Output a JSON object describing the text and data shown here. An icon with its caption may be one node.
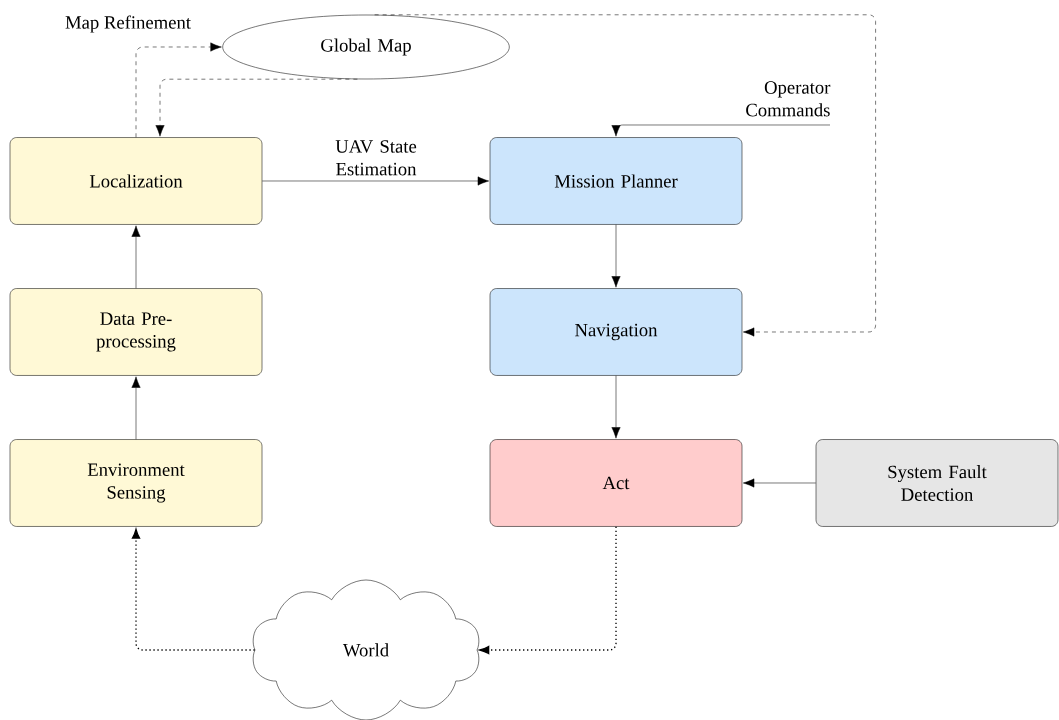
{
  "diagram": {
    "nodes": [
      {
        "text": [
          "Localization"
        ]
      },
      {
        "text": [
          "Data Pre-processing"
        ]
      },
      {
        "text": [
          "Environment Sensing"
        ]
      },
      {
        "text": [
          "Mission Planner"
        ]
      },
      {
        "text": [
          "Navigation"
        ]
      },
      {
        "text": [
          "Act"
        ]
      },
      {
        "text": [
          "System Fault Detection"
        ]
      },
      {
        "text": [
          "Global Map"
        ]
      },
      {
        "text": [
          "World"
        ]
      }
    ],
    "edges": [
      {
        "from": 2,
        "to": 1,
        "arrow": "to"
      },
      {
        "from": 1,
        "to": 0,
        "arrow": "to"
      },
      {
        "from": 0,
        "to": 3,
        "arrow": "to",
        "label": "UAV State Estimation"
      },
      {
        "from": 0,
        "to": 7,
        "arrow": "to",
        "label": "Map Refinement",
        "style": "dashed"
      },
      {
        "from": 7,
        "to": 0,
        "arrow": "to",
        "style": "dashed"
      },
      {
        "from": 7,
        "to": 4,
        "arrow": "to",
        "style": "dashed"
      },
      {
        "from": null,
        "to": 3,
        "arrow": "to",
        "label": "Operator Commands"
      },
      {
        "from": 3,
        "to": 4,
        "arrow": "to"
      },
      {
        "from": 4,
        "to": 5,
        "arrow": "to"
      },
      {
        "from": 6,
        "to": 5,
        "arrow": "to"
      },
      {
        "from": 5,
        "to": 8,
        "arrow": "to",
        "style": "dashed"
      },
      {
        "from": 8,
        "to": 2,
        "arrow": "to",
        "style": "dashed"
      }
    ]
  }
}
